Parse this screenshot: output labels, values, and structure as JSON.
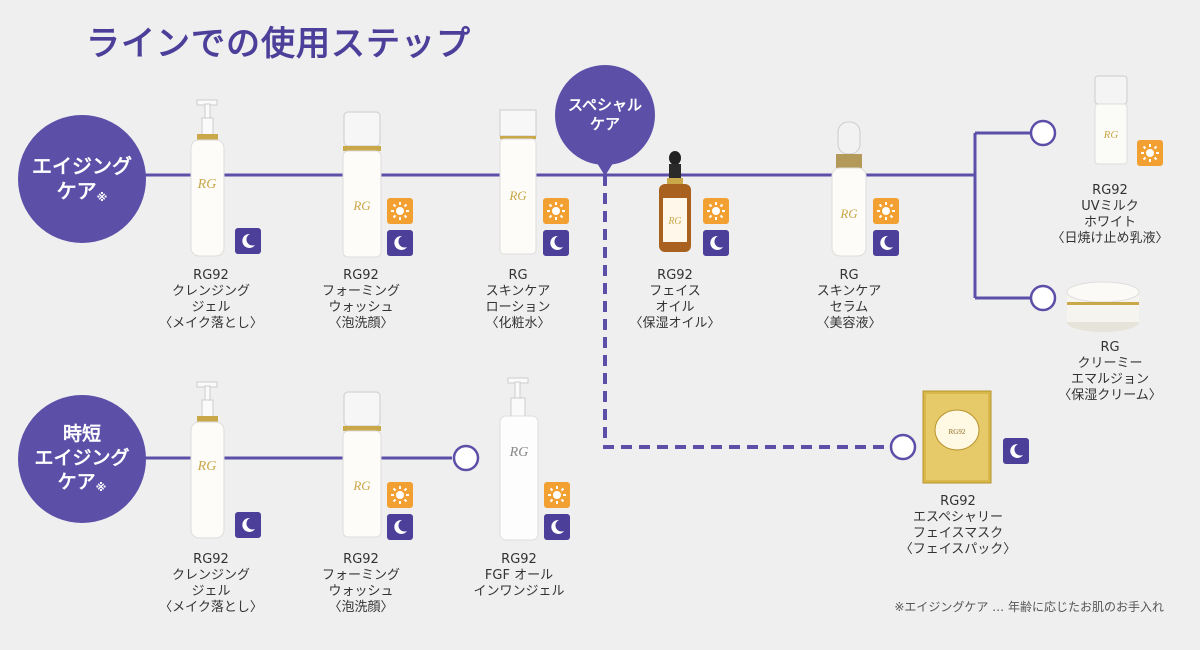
{
  "title": "ラインでの使用ステップ",
  "bubbles": {
    "aging": {
      "lines": [
        "エイジング",
        "ケア"
      ],
      "mark": "※"
    },
    "jitan": {
      "lines": [
        "時短",
        "エイジング",
        "ケア"
      ],
      "mark": "※"
    },
    "special": {
      "lines": [
        "スペシャル",
        "ケア"
      ]
    }
  },
  "products": [
    {
      "lines": [
        "RG92",
        "クレンジング",
        "ジェル",
        "〈メイク落とし〉"
      ],
      "icons": [
        "moon"
      ]
    },
    {
      "lines": [
        "RG92",
        "フォーミング",
        "ウォッシュ",
        "〈泡洗顔〉"
      ],
      "icons": [
        "sun",
        "moon"
      ]
    },
    {
      "lines": [
        "RG",
        "スキンケア",
        "ローション",
        "〈化粧水〉"
      ],
      "icons": [
        "sun",
        "moon"
      ]
    },
    {
      "lines": [
        "RG92",
        "フェイス",
        "オイル",
        "〈保湿オイル〉"
      ],
      "icons": [
        "sun",
        "moon"
      ]
    },
    {
      "lines": [
        "RG",
        "スキンケア",
        "セラム",
        "〈美容液〉"
      ],
      "icons": [
        "sun",
        "moon"
      ]
    },
    {
      "lines": [
        "RG92",
        "UVミルク",
        "ホワイト",
        "〈日焼け止め乳液〉"
      ],
      "icons": [
        "sun"
      ]
    },
    {
      "lines": [
        "RG",
        "クリーミー",
        "エマルジョン",
        "〈保湿クリーム〉"
      ],
      "icons": []
    },
    {
      "lines": [
        "RG92",
        "エスペシャリー",
        "フェイスマスク",
        "〈フェイスパック〉"
      ],
      "icons": [
        "moon"
      ]
    },
    {
      "lines": [
        "RG92",
        "クレンジング",
        "ジェル",
        "〈メイク落とし〉"
      ],
      "icons": [
        "moon"
      ]
    },
    {
      "lines": [
        "RG92",
        "フォーミング",
        "ウォッシュ",
        "〈泡洗顔〉"
      ],
      "icons": [
        "sun",
        "moon"
      ]
    },
    {
      "lines": [
        "RG92",
        "FGF オール",
        "インワンジェル"
      ],
      "icons": [
        "sun",
        "moon"
      ]
    }
  ],
  "footnote": "※エイジングケア … 年齢に応じたお肌のお手入れ",
  "colors": {
    "purple": "#5b4fa8",
    "sun": "#f2a032",
    "moon": "#4b3f9a",
    "background": "#efefef"
  }
}
